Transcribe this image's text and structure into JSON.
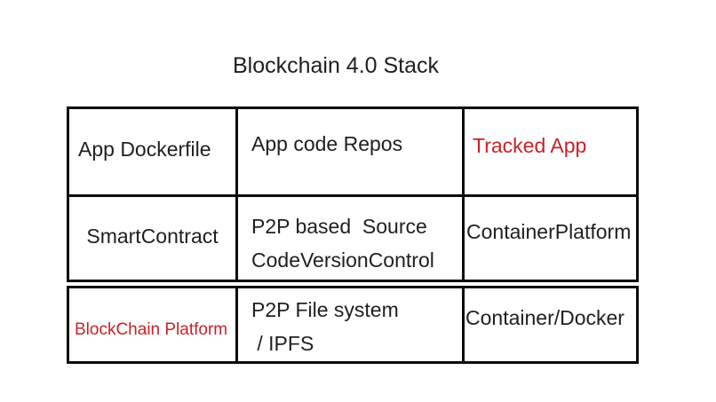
{
  "title": "Blockchain 4.0 Stack",
  "colors": {
    "text": "#1f1f1f",
    "red": "#cb2128",
    "border": "#0b0b0b",
    "background": "#ffffff"
  },
  "table": {
    "rows": [
      {
        "cells": [
          {
            "lines": [
              "App Dockerfile"
            ],
            "emphasis": "normal"
          },
          {
            "lines": [
              "App code Repos"
            ],
            "emphasis": "normal"
          },
          {
            "lines": [
              "Tracked App"
            ],
            "emphasis": "red"
          }
        ]
      },
      {
        "cells": [
          {
            "lines": [
              "SmartContract"
            ],
            "emphasis": "normal"
          },
          {
            "lines": [
              "P2P based  Source",
              "CodeVersionControl"
            ],
            "emphasis": "normal"
          },
          {
            "lines": [
              "ContainerPlatform"
            ],
            "emphasis": "normal"
          }
        ]
      },
      {
        "cells": [
          {
            "lines": [
              "BlockChain Platform"
            ],
            "emphasis": "red"
          },
          {
            "lines": [
              "P2P File system",
              " / IPFS"
            ],
            "emphasis": "normal"
          },
          {
            "lines": [
              "Container/Docker"
            ],
            "emphasis": "normal"
          }
        ]
      }
    ]
  }
}
